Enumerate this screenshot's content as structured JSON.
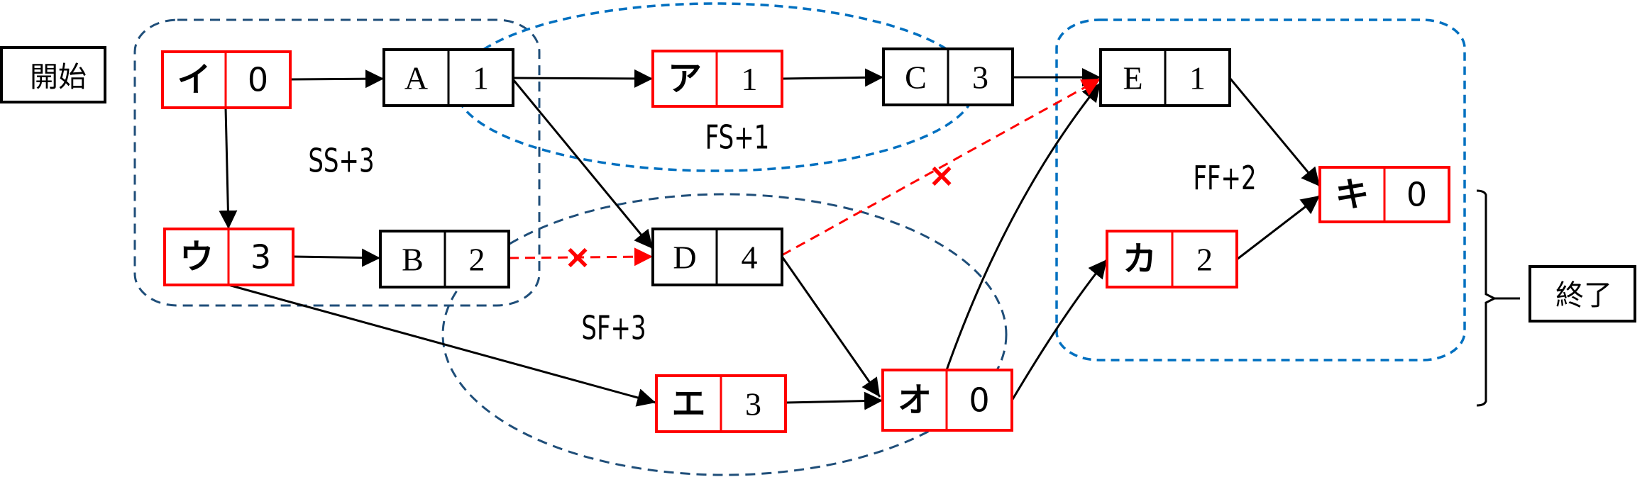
{
  "start_label": "開始",
  "end_label": "終了",
  "nodes": [
    {
      "id": "i",
      "name": "イ",
      "duration": "0",
      "critical": true
    },
    {
      "id": "a",
      "name": "A",
      "duration": "1",
      "critical": false
    },
    {
      "id": "ka_a",
      "name": "ア",
      "duration": "1",
      "critical": true
    },
    {
      "id": "c",
      "name": "C",
      "duration": "3",
      "critical": false
    },
    {
      "id": "e",
      "name": "E",
      "duration": "1",
      "critical": false
    },
    {
      "id": "u",
      "name": "ウ",
      "duration": "3",
      "critical": true
    },
    {
      "id": "b",
      "name": "B",
      "duration": "2",
      "critical": false
    },
    {
      "id": "d",
      "name": "D",
      "duration": "4",
      "critical": false
    },
    {
      "id": "ee",
      "name": "エ",
      "duration": "3",
      "critical": true
    },
    {
      "id": "o",
      "name": "オ",
      "duration": "0",
      "critical": true
    },
    {
      "id": "ka",
      "name": "カ",
      "duration": "2",
      "critical": true
    },
    {
      "id": "ki",
      "name": "キ",
      "duration": "0",
      "critical": true
    }
  ],
  "relations": {
    "ss": "SS+3",
    "fs": "FS+1",
    "sf": "SF+3",
    "ff": "FF+2"
  },
  "invalid_mark": "×",
  "colors": {
    "critical": "#ff0000",
    "normal": "#000000",
    "group_light": "#0070c0",
    "group_dark": "#1f4e79"
  }
}
